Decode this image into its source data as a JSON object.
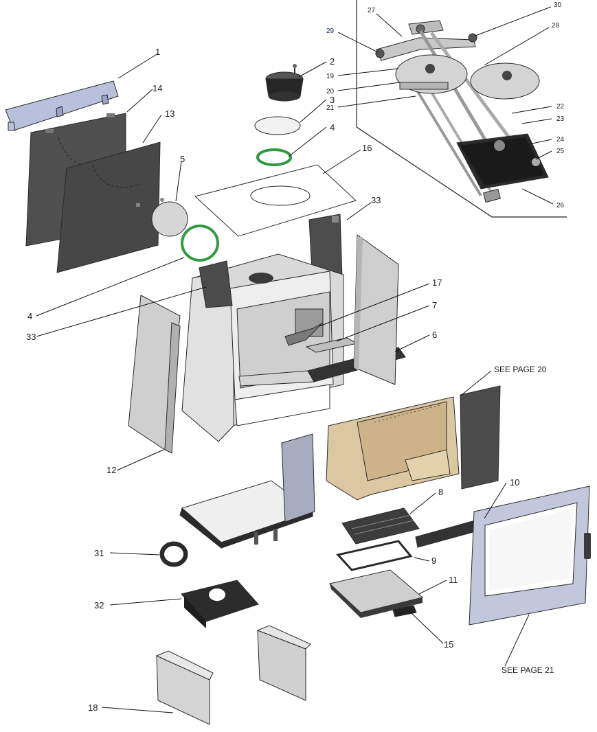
{
  "colors": {
    "panel_light": "#d6d6d6",
    "panel_grey": "#c8c8c8",
    "panel_dark": "#4a4a4a",
    "brick": "#d8c39b",
    "gasket_green": "#2f9a3f",
    "door_frame": "#c3c7dc",
    "label_blue": "#1f2f6a",
    "accent_blue": "#a8b0cc"
  },
  "labels": {
    "p1": "1",
    "p2": "2",
    "p3": "3",
    "p4a": "4",
    "p4b": "4",
    "p5": "5",
    "p6": "6",
    "p7": "7",
    "p8": "8",
    "p9": "9",
    "p10": "10",
    "p11": "11",
    "p12": "12",
    "p13": "13",
    "p14": "14",
    "p15": "15",
    "p16": "16",
    "p17": "17",
    "p18": "18",
    "p19": "19",
    "p20": "20",
    "p21": "21",
    "p22": "22",
    "p23": "23",
    "p24": "24",
    "p25": "25",
    "p26": "26",
    "p27": "27",
    "p28": "28",
    "p29": "29",
    "p30": "30",
    "p31": "31",
    "p32": "32",
    "p33a": "33",
    "p33b": "33"
  },
  "notes": {
    "see_page_20": "SEE PAGE 20",
    "see_page_21": "SEE PAGE 21"
  }
}
